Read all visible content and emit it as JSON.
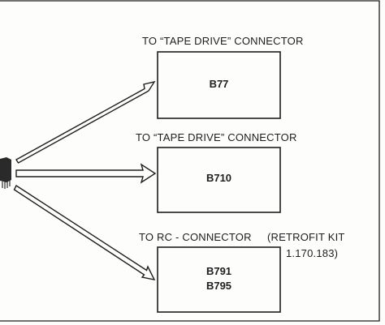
{
  "destinations": [
    {
      "caption": "TO “TAPE DRIVE” CONNECTOR",
      "box_label": "B77"
    },
    {
      "caption": "TO “TAPE DRIVE” CONNECTOR",
      "box_label": "B710"
    },
    {
      "caption": "TO RC - CONNECTOR",
      "box_label_line1": "B791",
      "box_label_line2": "B795"
    }
  ],
  "retrofit_note": {
    "line1": "(RETROFIT KIT",
    "line2": "1.170.183)"
  },
  "colors": {
    "line": "#1e1e1e",
    "background": "#fdfdfb"
  },
  "icons": [
    "source-connector-icon",
    "arrow-icon"
  ]
}
